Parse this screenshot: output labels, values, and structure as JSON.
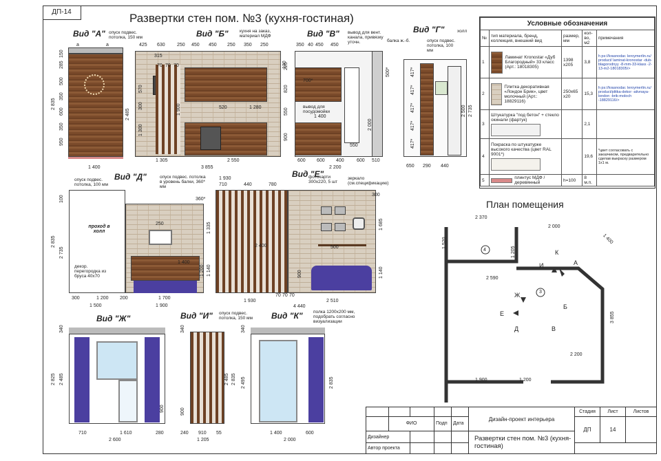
{
  "sheet_code": "ДП-14",
  "title": "Развертки стен пом. №3 (кухня-гостиная)",
  "views": {
    "a": {
      "label": "Вид \"А\"",
      "note": "опуск подвес. потолка, 150 мм",
      "dims": [
        "a",
        "a",
        "1 400",
        "2 835",
        "150",
        "285",
        "500",
        "350",
        "600",
        "350",
        "950"
      ]
    },
    "b": {
      "label": "Вид \"Б\"",
      "note": "кухня на заказ, материал МДФ",
      "dims": [
        "425",
        "630",
        "250",
        "450",
        "450",
        "250",
        "350",
        "250",
        "315",
        "70",
        "70",
        "70",
        "2 485",
        "570",
        "300",
        "520",
        "1 280",
        "1 900",
        "1 300",
        "1 305",
        "2 550",
        "3 855",
        "130"
      ]
    },
    "v": {
      "label": "Вид \"В\"",
      "note1": "вывод для вент. канала, привязку уточн.",
      "note2": "балка ж.-б.",
      "note3": "вывод для посудомойки",
      "dims": [
        "350",
        "40",
        "450",
        "450",
        "225",
        "820",
        "550",
        "900",
        "700*",
        "1 400",
        "550",
        "2 000",
        "600",
        "600",
        "400",
        "600",
        "2 200",
        "510",
        "500*"
      ]
    },
    "g": {
      "label": "Вид \"Г\"",
      "note": "опуск подвес. потолка, 100 мм",
      "side": "холл",
      "dims": [
        "417*",
        "417*",
        "417*",
        "417*",
        "417*",
        "2 500",
        "2 735",
        "650",
        "290",
        "440"
      ]
    },
    "d": {
      "label": "Вид \"Д\"",
      "note1": "опуск подвес. потолка, 100 мм",
      "note2": "опуск подвес. потолка в уровень балки, 360* мм",
      "door": "проход в холл",
      "decor": "декор. перегородка из бруса 40х70",
      "dims": [
        "100",
        "2 835",
        "2 735",
        "250",
        "1 400",
        "1 200",
        "1 140",
        "300",
        "1 200",
        "200",
        "1 700",
        "1 500",
        "1 900",
        "360*",
        "1 335"
      ]
    },
    "e": {
      "label": "Вид \"Е\"",
      "note1": "фотокарти 300х220, 5 шт",
      "note2": "зеркало (см.спецификацию)",
      "note3": "полка 1200х200 мм, подобрать согласно визуализации",
      "dims": [
        "1 930",
        "710",
        "440",
        "780",
        "2 400",
        "500",
        "900",
        "1 930",
        "70",
        "70",
        "70",
        "2 510",
        "4 440",
        "1 685",
        "1 140",
        "300"
      ]
    },
    "zh": {
      "label": "Вид \"Ж\"",
      "dims": [
        "340",
        "2 825",
        "2 485",
        "900",
        "710",
        "1 610",
        "280",
        "2 600"
      ]
    },
    "i": {
      "label": "Вид \"И\"",
      "note": "опуск подвес. потолка, 150 мм",
      "dims": [
        "340",
        "2 485",
        "2 835",
        "900",
        "240",
        "910",
        "55",
        "1 205"
      ]
    },
    "k": {
      "label": "Вид \"К\"",
      "dims": [
        "340",
        "2 495",
        "2 835",
        "1 400",
        "600",
        "2 000"
      ]
    }
  },
  "legend": {
    "title": "Условные обозначения",
    "headers": [
      "№",
      "тип материала, бренд, коллекция, внешний вид",
      "размер, мм",
      "кол-во, м2",
      "примечания"
    ],
    "rows": [
      {
        "n": "1",
        "name": "Ламинат Kronostar «Дуб Благородный» 33 класс (Арт.: 18018305)",
        "size": "1398 х205",
        "qty": "3,8",
        "note": "h ps://krasnodar. leroymerlin.ru/ product/ laminat-kronostar -dub-blagorodnyy -8-mm-33-klass -2-13-m2-18018305/>",
        "swatch": "#7a4a2a"
      },
      {
        "n": "2",
        "name": "Плитка декоративная «Лондон Брик», цвет молочный (Арт.: 18829116)",
        "size": "250х65 х20",
        "qty": "15,3",
        "note": "h ps://krasnodar. leroymerlin.ru/ product/plitka-dekor -ativnaya-london -brik-moloch -18829116/>",
        "swatch": "#d9cfc0"
      },
      {
        "n": "3",
        "name": "Штукатурка \"под бетон\" + стекло окинали (фартук)",
        "size": "",
        "qty": "2,1",
        "note": "",
        "swatch": "#f2f2f2"
      },
      {
        "n": "4",
        "name": "Покраска по штукатурке высокого качества (цвет RAL 9001*)",
        "size": "",
        "qty": "19,6",
        "note": "*цвет согласовать с заказчиком, предварительно сделав выкраску размером 1х1 м.",
        "swatch": "#f4f2ec"
      },
      {
        "n": "5",
        "name": "плинтус МДФ /деревянный",
        "size": "h=100",
        "qty": "8 м.п.",
        "note": "",
        "swatch": "#d98a8a"
      }
    ]
  },
  "plan": {
    "title": "План помещения",
    "dims": [
      "2 370",
      "2 000",
      "1 400",
      "1 520",
      "1 205",
      "2 590",
      "3 855",
      "2 200",
      "1 900",
      "1 200"
    ],
    "rooms": [
      "4",
      "3"
    ],
    "marks": [
      "К",
      "И",
      "А",
      "Ж",
      "Е",
      "Б",
      "Д",
      "В"
    ]
  },
  "stamp": {
    "project": "Дизайн-проект интерьера",
    "sheet_title": "Развертки стен пом. №3 (кухня-гостиная)",
    "col_stage": "Стадия",
    "col_sheet": "Лист",
    "col_sheets": "Листов",
    "stage": "ДП",
    "sheet": "14",
    "sheets": "",
    "fio": "ФИО",
    "sign": "Подп",
    "date": "Дата",
    "designer": "Дизайнер",
    "author": "Автор проекта"
  }
}
